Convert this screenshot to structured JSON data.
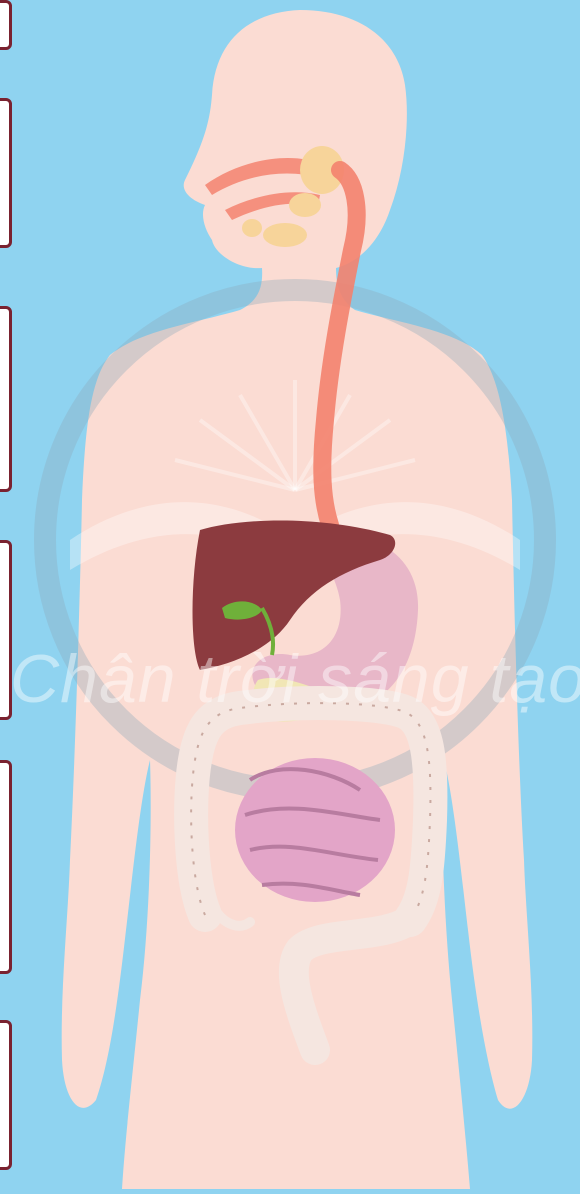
{
  "figure": {
    "watermark_text": "Chân trời sáng tạo",
    "label_boxes": [
      {
        "id": "box-1",
        "text": ""
      },
      {
        "id": "box-2",
        "text": ""
      },
      {
        "id": "box-3",
        "text": ""
      },
      {
        "id": "box-4",
        "text": ""
      },
      {
        "id": "box-5",
        "text": ""
      },
      {
        "id": "box-6",
        "text": ""
      }
    ]
  },
  "colors": {
    "background": "#8fd3f0",
    "body": "#fbdcd3",
    "esophagus": "#f3826e",
    "liver": "#8c3b3f",
    "gallbladder": "#6fb03a",
    "stomach": "#e8b7c8",
    "small_intestine": "#e3a5c8",
    "large_intestine": "#f5e6e0",
    "pancreas": "#f1e6b5",
    "box_border": "#7a2230"
  }
}
